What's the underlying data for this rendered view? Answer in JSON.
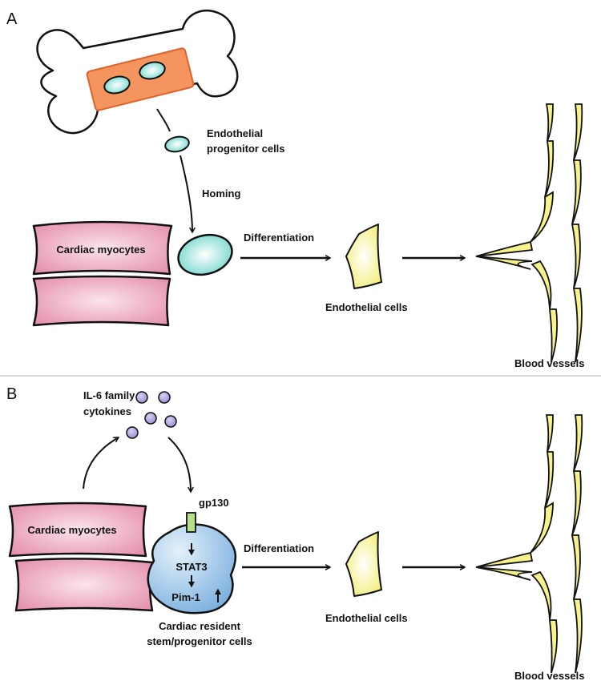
{
  "panel_a": {
    "letter": "A",
    "labels": {
      "endothelial_progenitor_1": "Endothelial",
      "endothelial_progenitor_2": "progenitor cells",
      "homing": "Homing",
      "cardiac_myocytes": "Cardiac myocytes",
      "differentiation": "Differentiation",
      "endothelial_cells": "Endothelial cells",
      "blood_vessels": "Blood vessels"
    }
  },
  "panel_b": {
    "letter": "B",
    "labels": {
      "il6_1": "IL-6 family",
      "il6_2": "cytokines",
      "gp130": "gp130",
      "stat3": "STAT3",
      "pim1": "Pim-1",
      "cardiac_myocytes": "Cardiac myocytes",
      "differentiation": "Differentiation",
      "resident_1": "Cardiac resident",
      "resident_2": "stem/progenitor cells",
      "endothelial_cells": "Endothelial cells",
      "blood_vessels": "Blood vessels"
    }
  },
  "colors": {
    "myocyte_pink": "#e79ab4",
    "cell_cyan": "#7fdcd0",
    "bone_orange": "#f4955f",
    "endothelial_yellow": "#f7f28a",
    "stem_blue": "#7fb5e0",
    "cytokine_purple": "#a79ad9",
    "gp130_green": "#b7e08a",
    "divider": "#b0b0b0"
  }
}
